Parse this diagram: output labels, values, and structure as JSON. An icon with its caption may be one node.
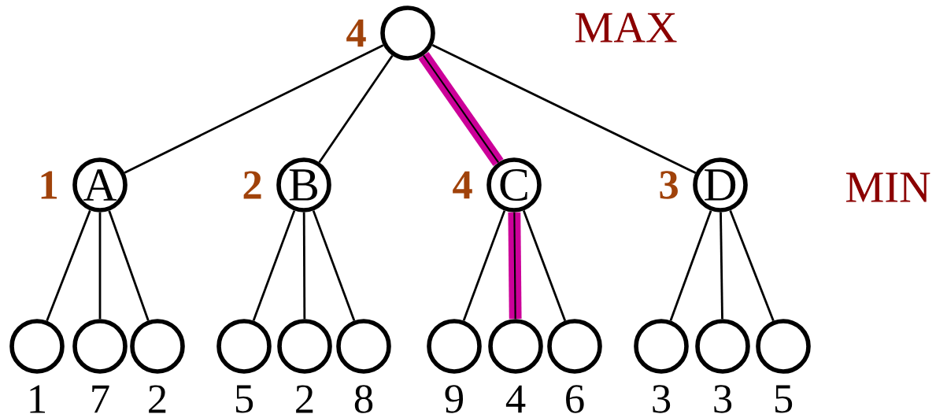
{
  "diagram": {
    "nodes": [
      {
        "text": [],
        "shape": "circle",
        "beside": [
          "4"
        ]
      },
      {
        "text": [
          "A"
        ],
        "beside": [
          "1"
        ]
      },
      {
        "text": [
          "B"
        ],
        "beside": [
          "2"
        ]
      },
      {
        "text": [
          "C"
        ],
        "beside": [
          "4"
        ]
      },
      {
        "text": [
          "D"
        ],
        "beside": [
          "3"
        ]
      },
      {
        "text": [],
        "shape": "circle",
        "beside": [
          "1"
        ]
      },
      {
        "text": [],
        "shape": "circle",
        "beside": [
          "7"
        ]
      },
      {
        "text": [],
        "shape": "circle",
        "beside": [
          "2"
        ]
      },
      {
        "text": [],
        "shape": "circle",
        "beside": [
          "5"
        ]
      },
      {
        "text": [],
        "shape": "circle",
        "beside": [
          "2"
        ]
      },
      {
        "text": [],
        "shape": "circle",
        "beside": [
          "8"
        ]
      },
      {
        "text": [],
        "shape": "circle",
        "beside": [
          "9"
        ]
      },
      {
        "text": [],
        "shape": "circle",
        "beside": [
          "4"
        ]
      },
      {
        "text": [],
        "shape": "circle",
        "beside": [
          "6"
        ]
      },
      {
        "text": [],
        "shape": "circle",
        "beside": [
          "3"
        ]
      },
      {
        "text": [],
        "shape": "circle",
        "beside": [
          "3"
        ]
      },
      {
        "text": [],
        "shape": "circle",
        "beside": [
          "5"
        ]
      }
    ],
    "edges": [
      {
        "from": 0,
        "to": 1,
        "arrow": "none"
      },
      {
        "from": 0,
        "to": 2,
        "arrow": "none"
      },
      {
        "from": 0,
        "to": 3,
        "arrow": "none",
        "style": "thick",
        "color": "#cc0099"
      },
      {
        "from": 0,
        "to": 4,
        "arrow": "none"
      },
      {
        "from": 1,
        "to": 5,
        "arrow": "none"
      },
      {
        "from": 1,
        "to": 6,
        "arrow": "none"
      },
      {
        "from": 1,
        "to": 7,
        "arrow": "none"
      },
      {
        "from": 2,
        "to": 8,
        "arrow": "none"
      },
      {
        "from": 2,
        "to": 9,
        "arrow": "none"
      },
      {
        "from": 2,
        "to": 10,
        "arrow": "none"
      },
      {
        "from": 3,
        "to": 11,
        "arrow": "none"
      },
      {
        "from": 3,
        "to": 12,
        "arrow": "none",
        "style": "thick",
        "color": "#cc0099"
      },
      {
        "from": 3,
        "to": 13,
        "arrow": "none"
      },
      {
        "from": 4,
        "to": 14,
        "arrow": "none"
      },
      {
        "from": 4,
        "to": 15,
        "arrow": "none"
      },
      {
        "from": 4,
        "to": 16,
        "arrow": "none"
      }
    ],
    "labels": [
      "MAX",
      "MIN"
    ]
  }
}
